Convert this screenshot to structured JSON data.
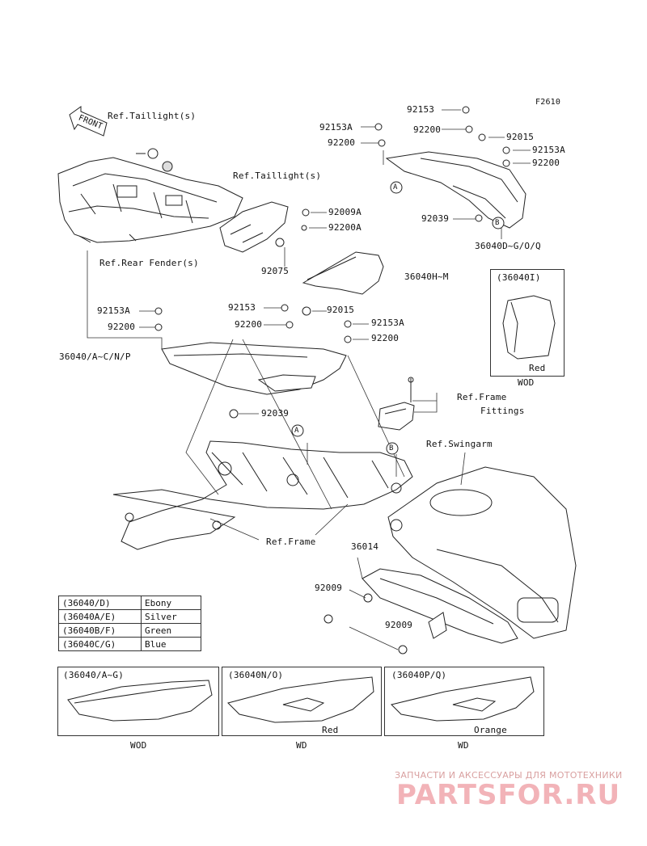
{
  "figure_code": "F2610",
  "front_label": "FRONT",
  "labels": {
    "ref_taillight_1": "Ref.Taillight(s)",
    "ref_taillight_2": "Ref.Taillight(s)",
    "ref_rear_fender": "Ref.Rear Fender(s)",
    "p92153_top": "92153",
    "p92153A_top": "92153A",
    "p92200_top1": "92200",
    "p92200_top2": "92200",
    "p92015_top": "92015",
    "p92153A_right": "92153A",
    "p92200_right": "92200",
    "p92039_top": "92039",
    "p36040D": "36040D~G/O/Q",
    "p92009A": "92009A",
    "p92200A": "92200A",
    "p92075": "92075",
    "p36040H": "36040H~M",
    "p92153A_left": "92153A",
    "p92200_left": "92200",
    "p36040A": "36040/A~C/N/P",
    "p92153_mid": "92153",
    "p92015_mid": "92015",
    "p92200_mid": "92200",
    "p92153A_mid": "92153A",
    "p92200_mid2": "92200",
    "p92039_mid": "92039",
    "ref_frame_fittings_1": "Ref.Frame",
    "ref_frame_fittings_2": "Fittings",
    "ref_swingarm": "Ref.Swingarm",
    "ref_frame": "Ref.Frame",
    "p36014": "36014",
    "p92009_1": "92009",
    "p92009_2": "92009",
    "callout_a": "A",
    "callout_b": "B"
  },
  "inset_36040i": {
    "title": "(36040I)",
    "color": "Red",
    "code": "WOD"
  },
  "color_table": [
    {
      "code": "(36040/D)",
      "name": "Ebony"
    },
    {
      "code": "(36040A/E)",
      "name": "Silver"
    },
    {
      "code": "(36040B/F)",
      "name": "Green"
    },
    {
      "code": "(36040C/G)",
      "name": "Blue"
    }
  ],
  "bottom_insets": [
    {
      "title": "(36040/A~G)",
      "color": "",
      "code": "WOD"
    },
    {
      "title": "(36040N/O)",
      "color": "Red",
      "code": "WD"
    },
    {
      "title": "(36040P/Q)",
      "color": "Orange",
      "code": "WD"
    }
  ],
  "watermark": {
    "tagline": "ЗАПЧАСТИ И АКСЕССУАРЫ ДЛЯ МОТОТЕХНИКИ",
    "brand": "PARTSFOR.RU"
  }
}
